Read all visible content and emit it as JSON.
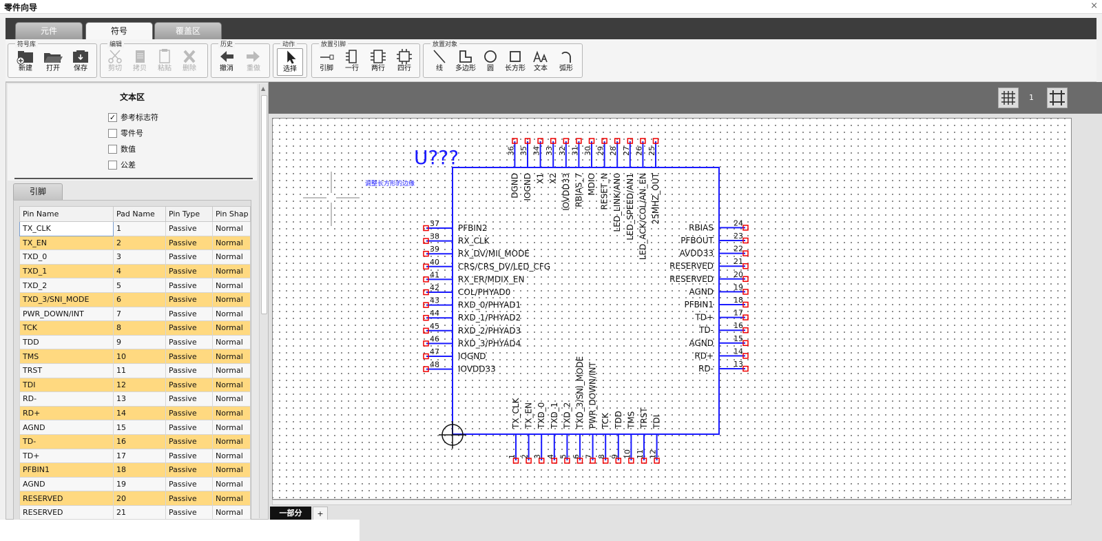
{
  "window": {
    "title": "零件向导",
    "close": "×"
  },
  "tabs": [
    "元件",
    "符号",
    "覆盖区"
  ],
  "ribbon": {
    "groups": [
      {
        "label": "符号库",
        "items": [
          "新建",
          "打开",
          "保存"
        ]
      },
      {
        "label": "编辑",
        "items": [
          "剪切",
          "拷贝",
          "粘贴",
          "删除"
        ]
      },
      {
        "label": "历史",
        "items": [
          "撤消",
          "重做"
        ]
      },
      {
        "label": "动作",
        "items": [
          "选择"
        ]
      },
      {
        "label": "放置引脚",
        "items": [
          "引脚",
          "一行",
          "两行",
          "四行"
        ]
      },
      {
        "label": "放置对象",
        "items": [
          "线",
          "多边形",
          "圆",
          "长方形",
          "文本",
          "弧形"
        ]
      }
    ]
  },
  "text_area": {
    "title": "文本区",
    "checkboxes": [
      {
        "label": "参考标志符",
        "checked": true
      },
      {
        "label": "零件号",
        "checked": false
      },
      {
        "label": "数值",
        "checked": false
      },
      {
        "label": "公差",
        "checked": false
      }
    ]
  },
  "pins_tab": "引脚",
  "pin_table": {
    "headers": [
      "Pin Name",
      "Pad Name",
      "Pin Type",
      "Pin Shap"
    ],
    "rows": [
      [
        "TX_CLK",
        "1",
        "Passive",
        "Normal"
      ],
      [
        "TX_EN",
        "2",
        "Passive",
        "Normal"
      ],
      [
        "TXD_0",
        "3",
        "Passive",
        "Normal"
      ],
      [
        "TXD_1",
        "4",
        "Passive",
        "Normal"
      ],
      [
        "TXD_2",
        "5",
        "Passive",
        "Normal"
      ],
      [
        "TXD_3/SNI_MODE",
        "6",
        "Passive",
        "Normal"
      ],
      [
        "PWR_DOWN/INT",
        "7",
        "Passive",
        "Normal"
      ],
      [
        "TCK",
        "8",
        "Passive",
        "Normal"
      ],
      [
        "TDD",
        "9",
        "Passive",
        "Normal"
      ],
      [
        "TMS",
        "10",
        "Passive",
        "Normal"
      ],
      [
        "TRST",
        "11",
        "Passive",
        "Normal"
      ],
      [
        "TDI",
        "12",
        "Passive",
        "Normal"
      ],
      [
        "RD-",
        "13",
        "Passive",
        "Normal"
      ],
      [
        "RD+",
        "14",
        "Passive",
        "Normal"
      ],
      [
        "AGND",
        "15",
        "Passive",
        "Normal"
      ],
      [
        "TD-",
        "16",
        "Passive",
        "Normal"
      ],
      [
        "TD+",
        "17",
        "Passive",
        "Normal"
      ],
      [
        "PFBIN1",
        "18",
        "Passive",
        "Normal"
      ],
      [
        "AGND",
        "19",
        "Passive",
        "Normal"
      ],
      [
        "RESERVED",
        "20",
        "Passive",
        "Normal"
      ],
      [
        "RESERVED",
        "21",
        "Passive",
        "Normal"
      ]
    ]
  },
  "view": {
    "zoom": "1"
  },
  "symbol": {
    "ref": "U???",
    "hint": "调整长方形的边缘",
    "bottom_pins": [
      {
        "num": "1",
        "name": "TX_CLK"
      },
      {
        "num": "2",
        "name": "TX_EN"
      },
      {
        "num": "3",
        "name": "TXD_0"
      },
      {
        "num": "4",
        "name": "TXD_1"
      },
      {
        "num": "5",
        "name": "TXD_2"
      },
      {
        "num": "6",
        "name": "TXD_3/SNI_MODE"
      },
      {
        "num": "7",
        "name": "PWR_DOWN/INT"
      },
      {
        "num": "8",
        "name": "TCK"
      },
      {
        "num": "9",
        "name": "TDD"
      },
      {
        "num": "10",
        "name": "TMS"
      },
      {
        "num": "11",
        "name": "TRST"
      },
      {
        "num": "12",
        "name": "TDI"
      }
    ],
    "right_pins": [
      {
        "num": "13",
        "name": "RD-"
      },
      {
        "num": "14",
        "name": "RD+"
      },
      {
        "num": "15",
        "name": "AGND"
      },
      {
        "num": "16",
        "name": "TD-"
      },
      {
        "num": "17",
        "name": "TD+"
      },
      {
        "num": "18",
        "name": "PFBIN1"
      },
      {
        "num": "19",
        "name": "AGND"
      },
      {
        "num": "20",
        "name": "RESERVED"
      },
      {
        "num": "21",
        "name": "RESERVED"
      },
      {
        "num": "22",
        "name": "AVDD33"
      },
      {
        "num": "23",
        "name": "PFBOUT"
      },
      {
        "num": "24",
        "name": "RBIAS"
      }
    ],
    "top_pins": [
      {
        "num": "25",
        "name": "25MHZ_OUT"
      },
      {
        "num": "26",
        "name": "LED_ACK/COL/AN_EN"
      },
      {
        "num": "27",
        "name": "LED_SPEED/AN1"
      },
      {
        "num": "28",
        "name": "LED_LINK/AN0"
      },
      {
        "num": "29",
        "name": "RESET_N"
      },
      {
        "num": "30",
        "name": "MDIO"
      },
      {
        "num": "31",
        "name": "RBIAS_7"
      },
      {
        "num": "32",
        "name": "IOVDD33"
      },
      {
        "num": "33",
        "name": "X2"
      },
      {
        "num": "34",
        "name": "X1"
      },
      {
        "num": "35",
        "name": "IOGND"
      },
      {
        "num": "36",
        "name": "DGND"
      }
    ],
    "left_pins": [
      {
        "num": "37",
        "name": "PFBIN2"
      },
      {
        "num": "38",
        "name": "RX_CLK"
      },
      {
        "num": "39",
        "name": "RX_DV/MII_MODE"
      },
      {
        "num": "40",
        "name": "CRS/CRS_DV/LED_CFG"
      },
      {
        "num": "41",
        "name": "RX_ER/MDIX_EN"
      },
      {
        "num": "42",
        "name": "COL/PHYAD0"
      },
      {
        "num": "43",
        "name": "RXD_0/PHYAD1"
      },
      {
        "num": "44",
        "name": "RXD_1/PHYAD2"
      },
      {
        "num": "45",
        "name": "RXD_2/PHYAD3"
      },
      {
        "num": "46",
        "name": "RXD_3/PHYAD4"
      },
      {
        "num": "47",
        "name": "IOGND"
      },
      {
        "num": "48",
        "name": "IOVDD33"
      }
    ]
  },
  "bottom_tabs": [
    "一部分",
    "+"
  ]
}
